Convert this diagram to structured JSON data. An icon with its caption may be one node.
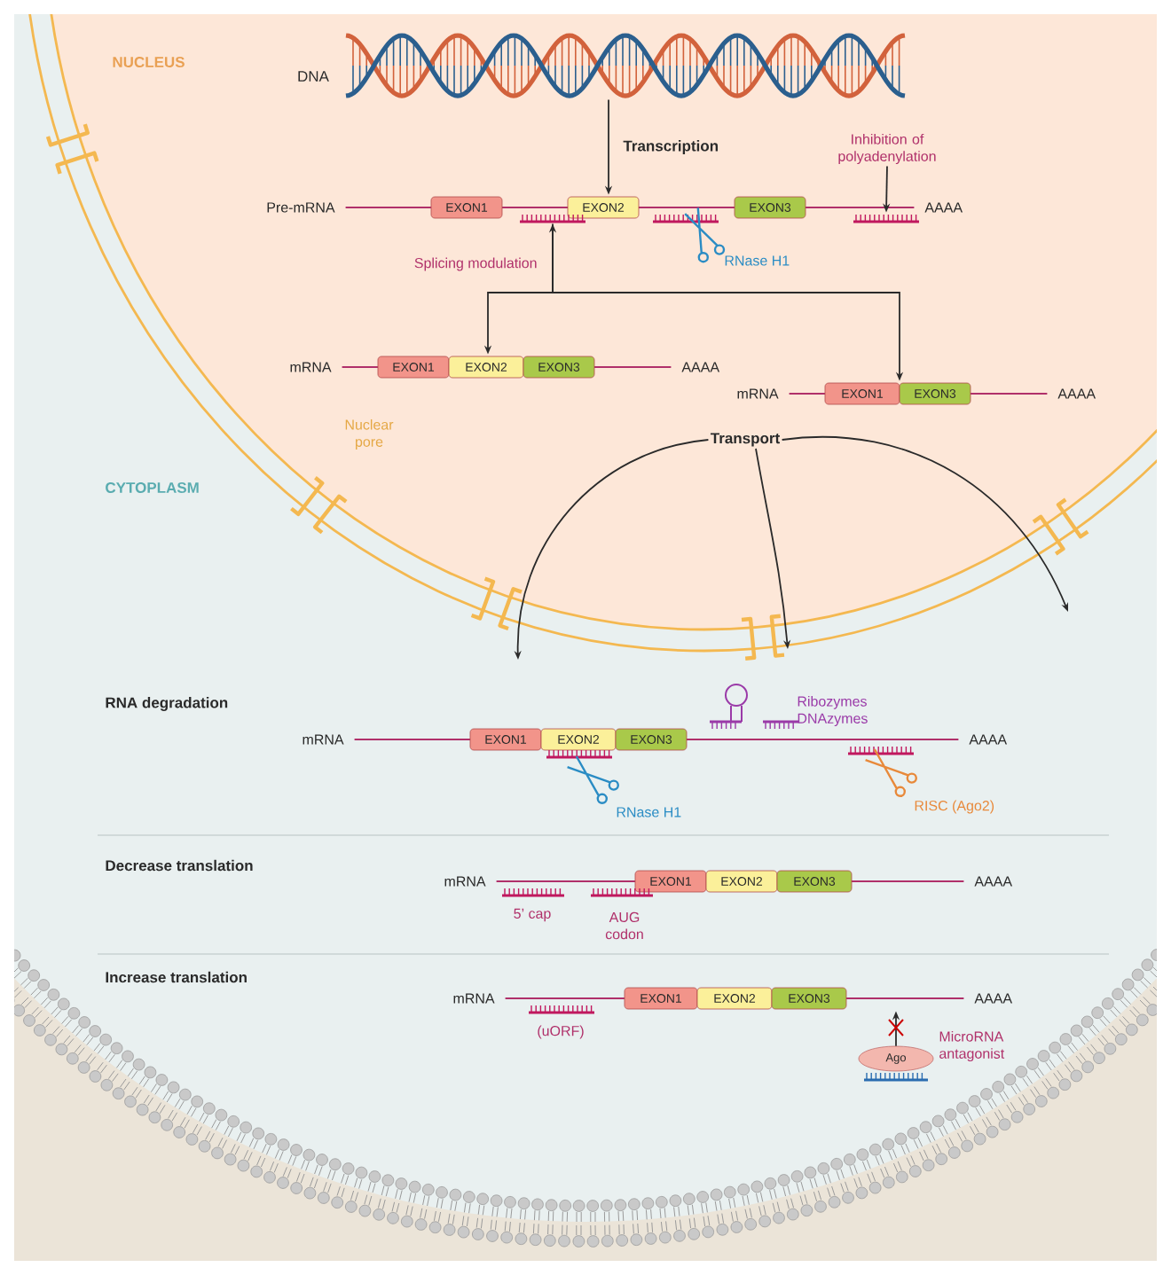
{
  "diagram": {
    "nodes": [
      {
        "text": [],
        "shape": "picture",
        "beside": [
          "DNA"
        ]
      },
      {
        "text": [],
        "shape": "line",
        "beside": [
          "Pre-mRNA",
          "AAAA"
        ]
      },
      {
        "text": [
          "EXON1"
        ],
        "in": 1
      },
      {
        "text": [
          "EXON2"
        ],
        "in": 1
      },
      {
        "text": [
          "EXON3"
        ],
        "in": 1
      },
      {
        "text": [],
        "shape": "comb"
      },
      {
        "text": [],
        "shape": "comb"
      },
      {
        "text": [
          "Inhibition of polyadenylation"
        ]
      },
      {
        "text": [],
        "shape": "line",
        "beside": [
          "mRNA",
          "AAAA"
        ]
      },
      {
        "text": [
          "EXON1"
        ],
        "in": 8
      },
      {
        "text": [
          "EXON2"
        ],
        "in": 8
      },
      {
        "text": [
          "EXON3"
        ],
        "in": 8
      },
      {
        "text": [],
        "shape": "line",
        "beside": [
          "mRNA",
          "AAAA"
        ]
      },
      {
        "text": [
          "EXON1"
        ],
        "in": 12
      },
      {
        "text": [
          "EXON3"
        ],
        "in": 12
      },
      {
        "text": [
          "Transport"
        ]
      },
      {
        "text": [],
        "shape": "line",
        "beside": [
          "mRNA",
          "AAAA"
        ]
      },
      {
        "text": [
          "EXON1"
        ],
        "in": 16
      },
      {
        "text": [
          "EXON2"
        ],
        "in": 16
      },
      {
        "text": [
          "EXON3"
        ],
        "in": 16
      },
      {
        "text": [],
        "shape": "line",
        "beside": [
          "mRNA",
          "AAAA"
        ]
      },
      {
        "text": [
          "EXON1"
        ],
        "in": 20
      },
      {
        "text": [
          "EXON2"
        ],
        "in": 20
      },
      {
        "text": [
          "EXON3"
        ],
        "in": 20
      },
      {
        "text": [],
        "shape": "line",
        "beside": [
          "mRNA",
          "AAAA"
        ]
      },
      {
        "text": [
          "EXON1"
        ],
        "in": 24
      },
      {
        "text": [
          "EXON2"
        ],
        "in": 24
      },
      {
        "text": [
          "EXON3"
        ],
        "in": 24
      },
      {
        "text": [
          "Ago"
        ]
      }
    ],
    "edges": [
      {
        "from": 0,
        "to": 1,
        "arrow": "to",
        "label": "Transcription"
      },
      {
        "from": 5,
        "to": 8,
        "arrow": "both",
        "label": "Splicing modulation"
      },
      {
        "from": 5,
        "to": 12,
        "arrow": "to"
      },
      {
        "from": 7,
        "to": 6,
        "arrow": "to"
      },
      {
        "from": 15,
        "to": null,
        "arrow": "to"
      },
      {
        "from": 15,
        "to": null,
        "arrow": "to"
      },
      {
        "from": 15,
        "to": null,
        "arrow": "to"
      },
      {
        "from": 28,
        "to": 24,
        "arrow": "to"
      }
    ],
    "labels": [
      "NUCLEUS",
      "RNase H1",
      "Nuclear pore",
      "CYTOPLASM",
      "RNA degradation",
      "Ribozymes DNAzymes",
      "RNase H1",
      "RISC (Ago2)",
      "Decrease translation",
      "5’ cap",
      "AUG codon",
      "Increase translation",
      "(uORF)",
      "MicroRNA antagonist"
    ]
  }
}
